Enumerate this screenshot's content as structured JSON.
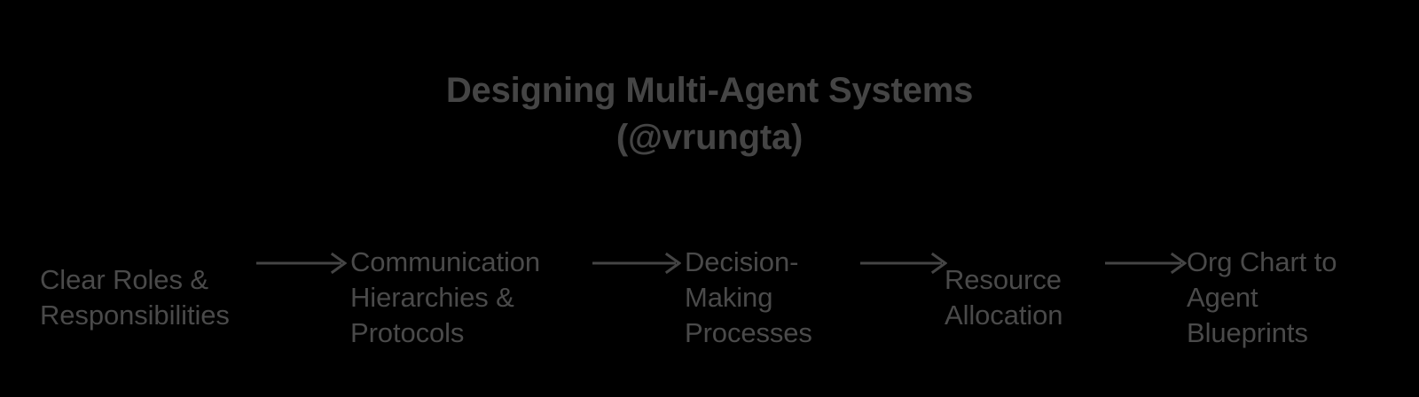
{
  "theme": {
    "background_color": "#000000",
    "title_color": "#454545",
    "node_text_color": "#4a4a4a",
    "arrow_color": "#454545"
  },
  "title": {
    "line1": "Designing Multi-Agent Systems",
    "line2": "(@vrungta)"
  },
  "flow": {
    "nodes": [
      {
        "label": "Clear Roles &\nResponsibilities"
      },
      {
        "label": "Communication\nHierarchies &\nProtocols"
      },
      {
        "label": "Decision-\nMaking\nProcesses"
      },
      {
        "label": "Resource\nAllocation"
      },
      {
        "label": "Org Chart to\nAgent\nBlueprints"
      }
    ],
    "arrows": [
      {
        "icon": "arrow-right-icon"
      },
      {
        "icon": "arrow-right-icon"
      },
      {
        "icon": "arrow-right-icon"
      },
      {
        "icon": "arrow-right-icon"
      }
    ]
  }
}
